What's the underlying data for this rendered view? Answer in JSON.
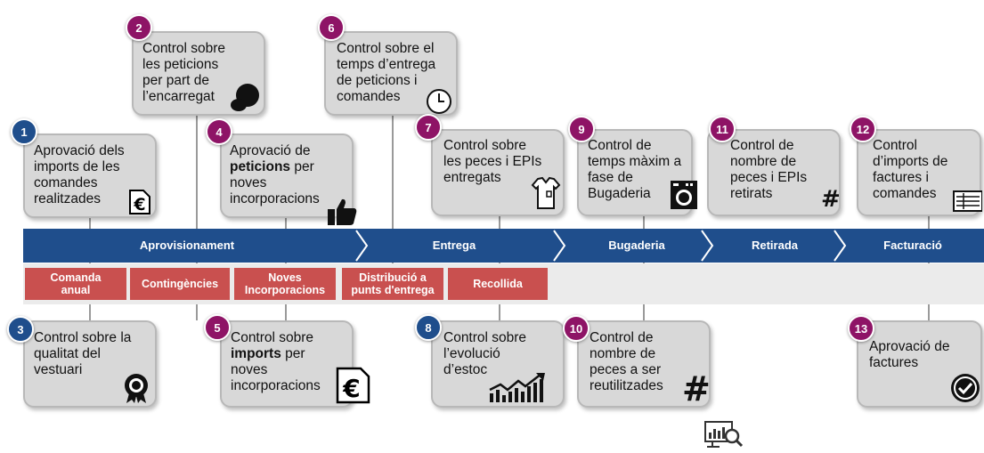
{
  "phases": [
    "Aprovisionament",
    "Entrega",
    "Bugaderia",
    "Retirada",
    "Facturació"
  ],
  "process_tags": [
    "Comanda\nanual",
    "Contingències",
    "Noves\nIncorporacions",
    "Distribució a\npunts d'entrega",
    "Recollida"
  ],
  "controls": [
    {
      "num": "1",
      "text": "Aprovació dels\nimports de les\ncomandes\nrealitzades"
    },
    {
      "num": "2",
      "text": "Control sobre\nles peticions\nper part de\nl’encarregat"
    },
    {
      "num": "3",
      "text": "Control sobre la\nqualitat del\nvestuari"
    },
    {
      "num": "4",
      "pre": "Aprovació de\n",
      "bold": "peticions",
      "post": " per\nnoves\nincorporacions"
    },
    {
      "num": "5",
      "pre": "Control sobre\n",
      "bold": "imports",
      "post": " per\nnoves\nincorporacions"
    },
    {
      "num": "6",
      "text": "Control sobre el\ntemps d’entrega\nde peticions i\ncomandes"
    },
    {
      "num": "7",
      "text": "Control sobre\nles peces i EPIs\nentregats"
    },
    {
      "num": "8",
      "text": "Control sobre\nl’evolució\nd’estoc"
    },
    {
      "num": "9",
      "text": "Control de\ntemps màxim a\nfase de\nBugaderia"
    },
    {
      "num": "10",
      "text": "Control de\nnombre de\npeces a ser\nreutilitzades"
    },
    {
      "num": "11",
      "text": "Control de\nnombre de\npeces i EPIs\nretirats"
    },
    {
      "num": "12",
      "text": "Control\nd’imports de\nfactures i\ncomandes"
    },
    {
      "num": "13",
      "text": "Aprovació de\nfactures"
    }
  ],
  "symbols": {
    "euro": "€",
    "hash": "#"
  },
  "colors": {
    "phase_bar": "#1f4e8c",
    "tag": "#c9504f",
    "badge_blue": "#1f4e8c",
    "badge_magenta": "#8e1466"
  }
}
